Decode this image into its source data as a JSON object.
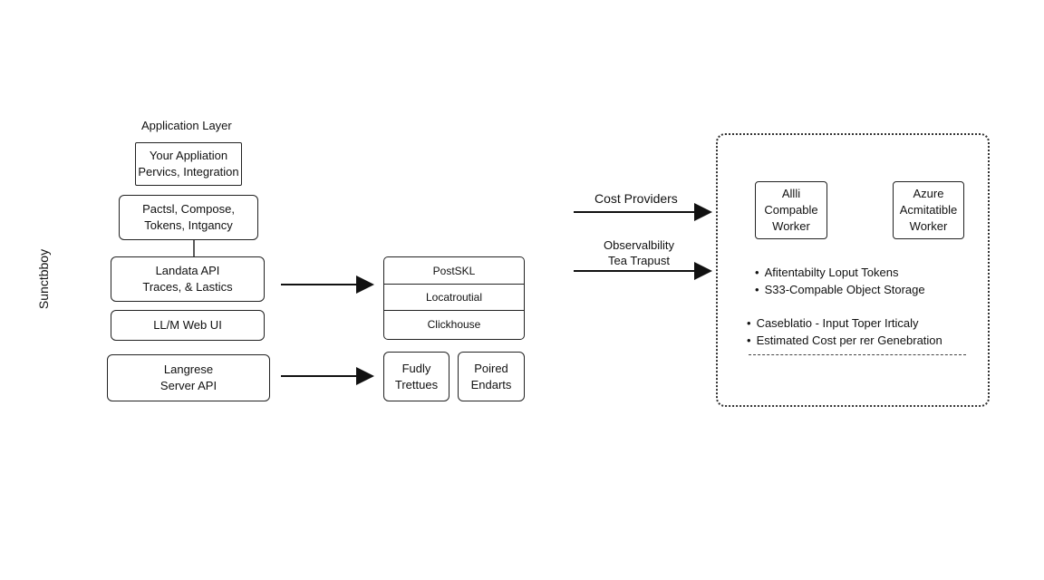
{
  "side_label": "Sunctbboy",
  "application_layer": {
    "title": "Application Layer",
    "your_app": [
      "Your Appliation",
      "Pervics, Integration"
    ],
    "sdk": [
      "Pactsl, Compose,",
      "Tokens, Intgancy"
    ],
    "api": [
      "Landata API",
      "Traces, & Lastics"
    ],
    "web_ui": "LL/M Web UI",
    "server": [
      "Langrese",
      "Server API"
    ]
  },
  "storage": {
    "rows": [
      "PostSKL",
      "Locatroutial",
      "Clickhouse"
    ],
    "left_box": [
      "Fudly",
      "Trettues"
    ],
    "right_box": [
      "Poired",
      "Endarts"
    ]
  },
  "connections": {
    "cost_providers": "Cost Providers",
    "observability": [
      "Observalbility",
      "Tea Trapust"
    ]
  },
  "providers": {
    "box_a": [
      "Allli",
      "Compable",
      "Worker"
    ],
    "box_b": [
      "Azure",
      "Acmitatible",
      "Worker"
    ],
    "bullets_top": [
      "Afitentabilty Loput Tokens",
      "S33-Compable Object Storage"
    ],
    "bullets_bottom": [
      "Caseblatio - Input Toper Irticaly",
      "Estimated Cost per rer Genebration"
    ]
  }
}
